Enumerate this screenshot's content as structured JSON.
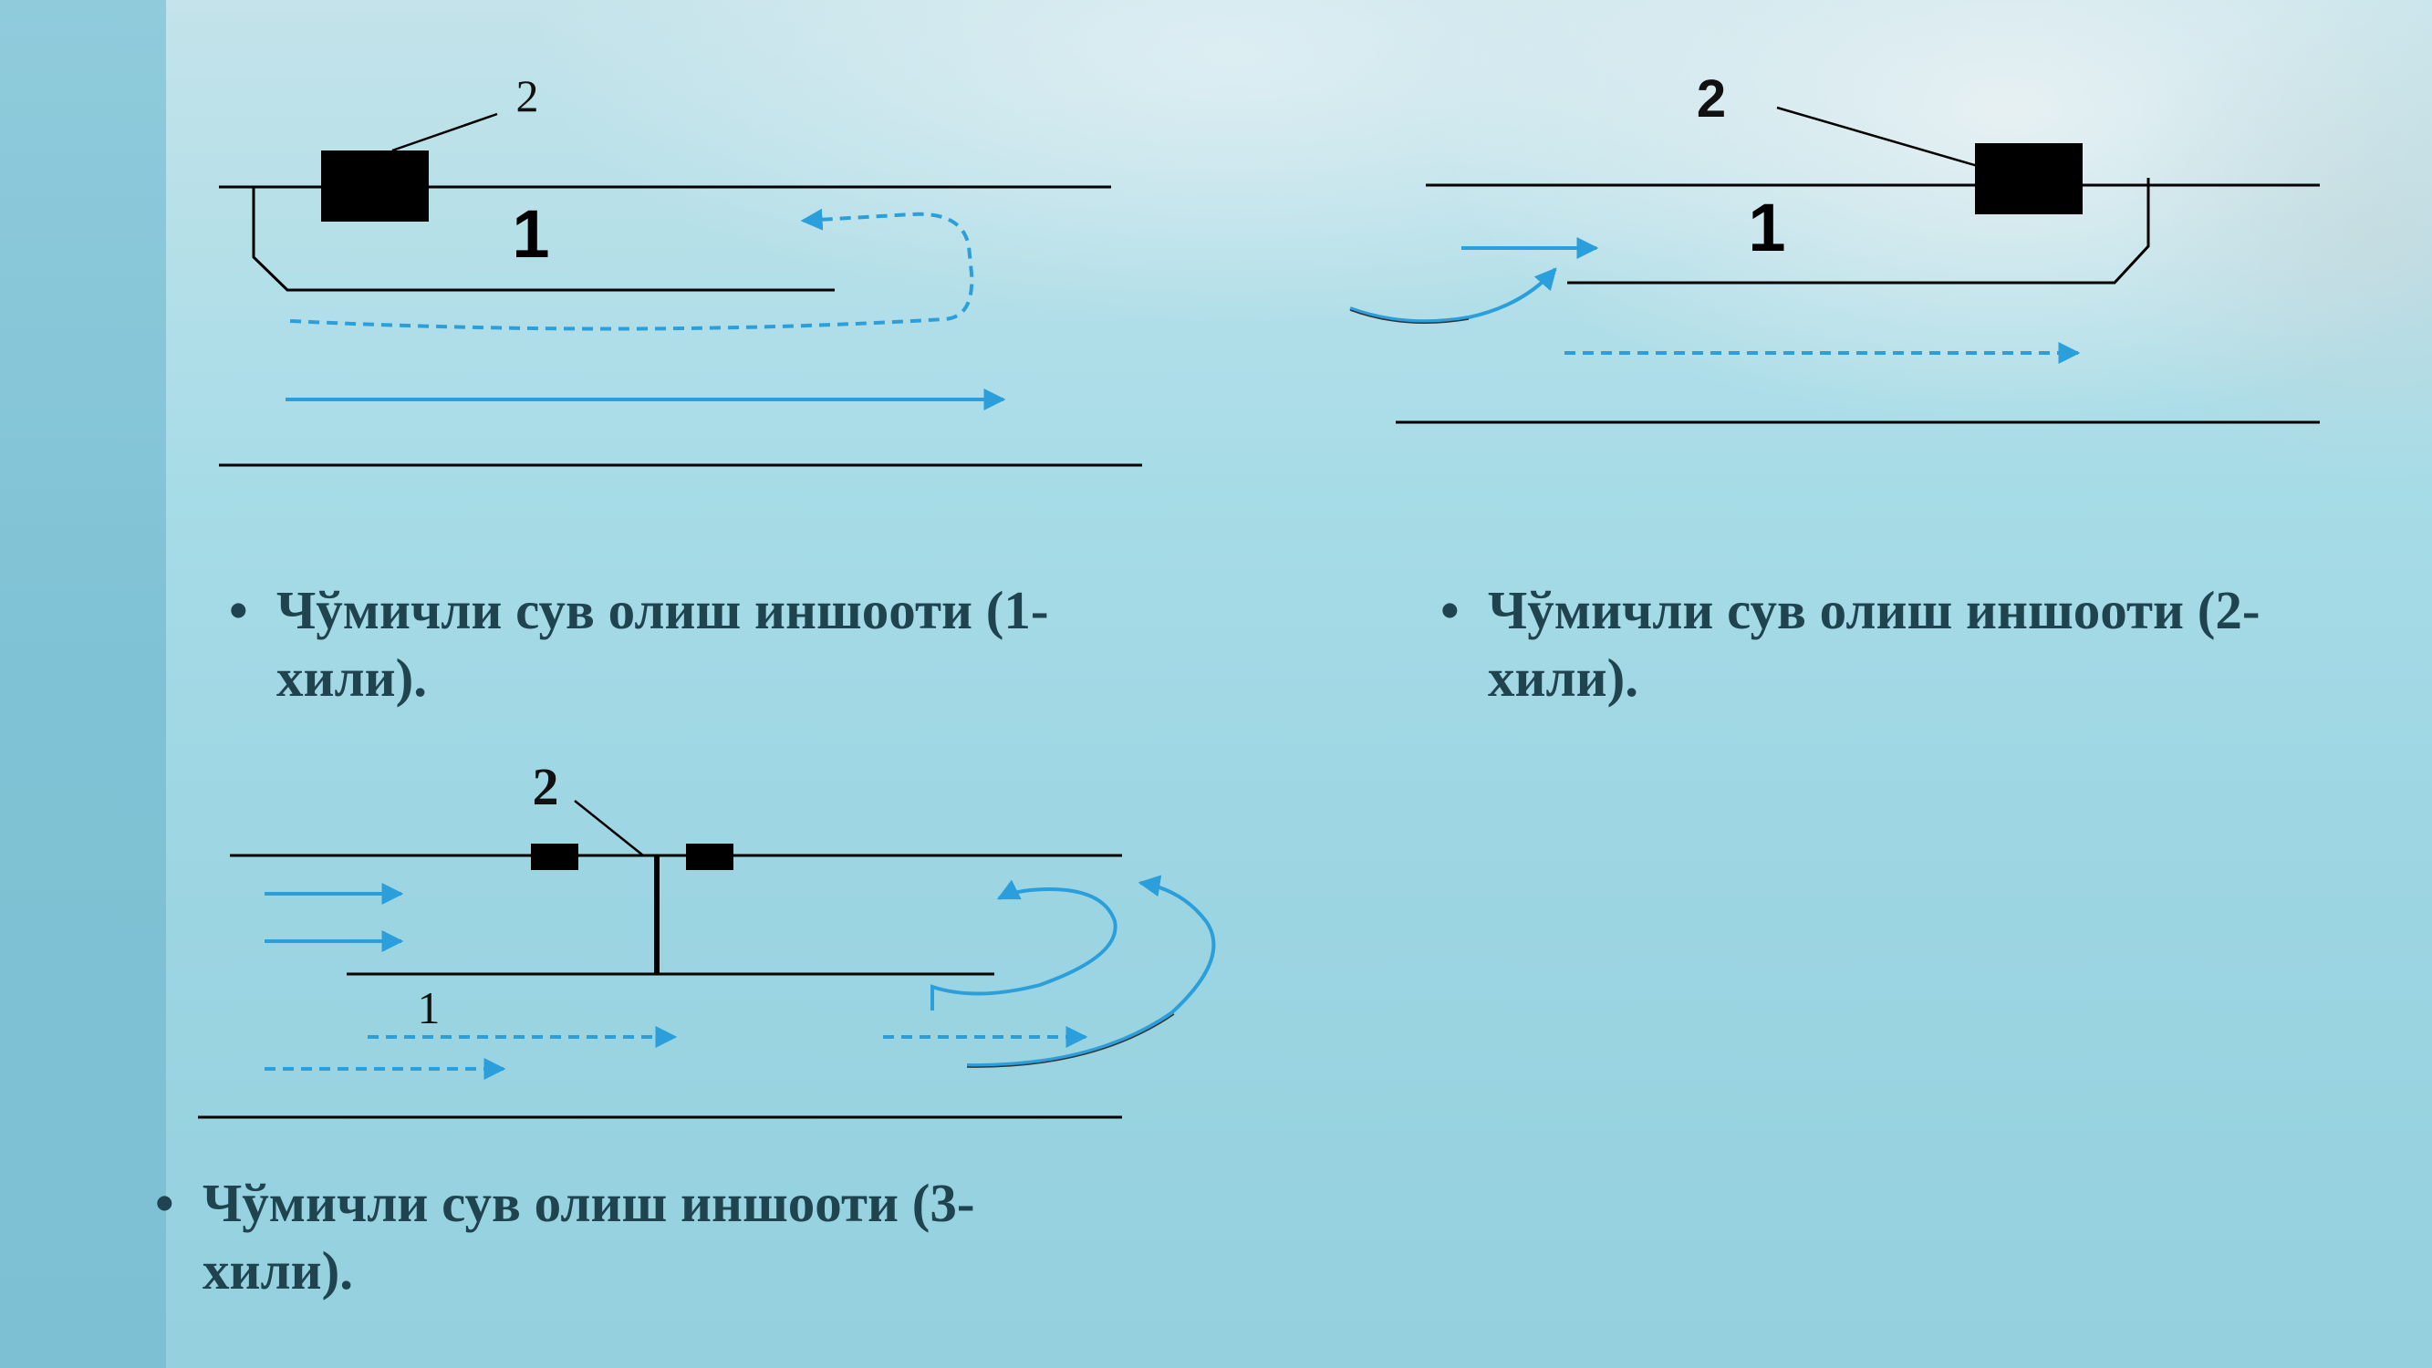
{
  "diagram1": {
    "label_1": "1",
    "label_2": "2"
  },
  "diagram2": {
    "label_1": "1",
    "label_2": "2"
  },
  "diagram3": {
    "label_1": "1",
    "label_2": "2"
  },
  "captions": [
    {
      "bullet": "•",
      "line1": "Чўмичли сув олиш иншооти (1-",
      "line2": "хили)."
    },
    {
      "bullet": "•",
      "line1": "Чўмичли сув олиш иншооти (2-",
      "line2": "хили)."
    },
    {
      "bullet": "•",
      "line1": "Чўмичли сув олиш иншооти (3-",
      "line2": "хили)."
    }
  ],
  "colors": {
    "flow_arrow": "#2b9fdc",
    "structure": "#000000",
    "caption_text": "#1f4450"
  }
}
